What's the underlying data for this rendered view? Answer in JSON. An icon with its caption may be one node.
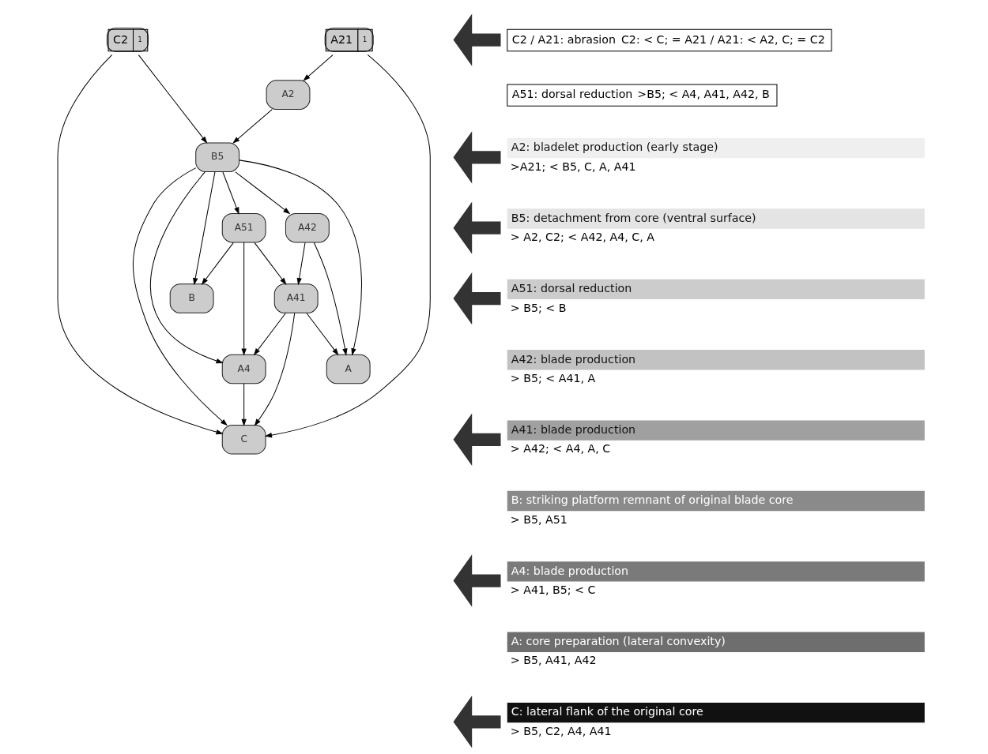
{
  "diagram": {
    "nodes": [
      {
        "text": [
          "C2",
          "1"
        ]
      },
      {
        "text": [
          "A21",
          "1"
        ]
      },
      {
        "text": [
          "A2"
        ]
      },
      {
        "text": [
          "B5"
        ]
      },
      {
        "text": [
          "A42"
        ]
      },
      {
        "text": [
          "A51"
        ]
      },
      {
        "text": [
          "A41"
        ]
      },
      {
        "text": [
          "B"
        ]
      },
      {
        "text": [
          "A"
        ]
      },
      {
        "text": [
          "A4"
        ]
      },
      {
        "text": [
          "C"
        ]
      },
      {
        "text": [
          "C2 / A21: abrasion",
          "C2: < C; = A21 / A21: < A2, C; = C2"
        ]
      },
      {
        "text": [
          "A51: dorsal reduction",
          ">B5; < A4, A41, A42, B"
        ]
      },
      {
        "text": [
          "A2: bladelet production (early stage)"
        ],
        "beside": [
          ">A21; < B5, C, A, A41"
        ]
      },
      {
        "text": [
          "B5: detachment from core (ventral surface)"
        ],
        "beside": [
          "> A2, C2; < A42, A4, C, A"
        ]
      },
      {
        "text": [
          "A51: dorsal reduction"
        ],
        "beside": [
          "> B5; < B"
        ]
      },
      {
        "text": [
          "A42: blade production"
        ],
        "beside": [
          "> B5; < A41, A"
        ]
      },
      {
        "text": [
          "A41: blade production"
        ],
        "beside": [
          "> A42; < A4, A, C"
        ]
      },
      {
        "text": [
          "B: striking platform remnant of original blade core"
        ],
        "beside": [
          "> B5, A51"
        ]
      },
      {
        "text": [
          "A4: blade production"
        ],
        "beside": [
          "> A41, B5; < C"
        ]
      },
      {
        "text": [
          "A: core preparation (lateral convexity)"
        ],
        "beside": [
          "> B5, A41, A42"
        ]
      },
      {
        "text": [
          "C: lateral flank of the original core"
        ],
        "beside": [
          "> B5, C2, A4, A41"
        ]
      }
    ],
    "edges": [
      {
        "from": 0,
        "to": 3,
        "arrow": "to"
      },
      {
        "from": 0,
        "to": 10,
        "arrow": "to"
      },
      {
        "from": 1,
        "to": 2,
        "arrow": "to"
      },
      {
        "from": 1,
        "to": 10,
        "arrow": "to"
      },
      {
        "from": 2,
        "to": 3,
        "arrow": "to"
      },
      {
        "from": 3,
        "to": 4,
        "arrow": "to"
      },
      {
        "from": 3,
        "to": 5,
        "arrow": "to"
      },
      {
        "from": 3,
        "to": 7,
        "arrow": "to"
      },
      {
        "from": 3,
        "to": 8,
        "arrow": "to"
      },
      {
        "from": 3,
        "to": 9,
        "arrow": "to"
      },
      {
        "from": 3,
        "to": 10,
        "arrow": "to"
      },
      {
        "from": 4,
        "to": 6,
        "arrow": "to"
      },
      {
        "from": 4,
        "to": 8,
        "arrow": "to"
      },
      {
        "from": 5,
        "to": 6,
        "arrow": "to"
      },
      {
        "from": 5,
        "to": 7,
        "arrow": "to"
      },
      {
        "from": 5,
        "to": 9,
        "arrow": "to"
      },
      {
        "from": 6,
        "to": 8,
        "arrow": "to"
      },
      {
        "from": 6,
        "to": 9,
        "arrow": "to"
      },
      {
        "from": 6,
        "to": 10,
        "arrow": "to"
      },
      {
        "from": 9,
        "to": 10,
        "arrow": "to"
      },
      {
        "from": 11,
        "to": null,
        "arrow": "to",
        "style": "thick",
        "color": "#333333"
      },
      {
        "from": 13,
        "to": null,
        "arrow": "to",
        "style": "thick",
        "color": "#333333"
      },
      {
        "from": 14,
        "to": null,
        "arrow": "to",
        "style": "thick",
        "color": "#333333"
      },
      {
        "from": 15,
        "to": null,
        "arrow": "to",
        "style": "thick",
        "color": "#333333"
      },
      {
        "from": 17,
        "to": null,
        "arrow": "to",
        "style": "thick",
        "color": "#333333"
      },
      {
        "from": 19,
        "to": null,
        "arrow": "to",
        "style": "thick",
        "color": "#333333"
      },
      {
        "from": 21,
        "to": null,
        "arrow": "to",
        "style": "thick",
        "color": "#333333"
      }
    ]
  }
}
